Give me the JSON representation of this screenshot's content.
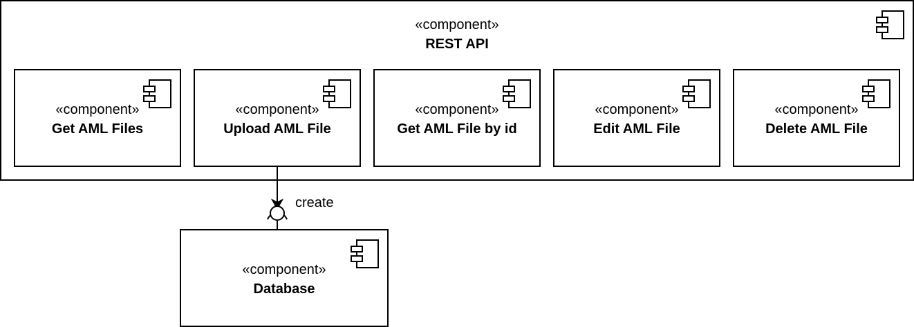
{
  "rest_api": {
    "stereotype": "«component»",
    "name": "REST API"
  },
  "components": [
    {
      "stereotype": "«component»",
      "name": "Get AML Files"
    },
    {
      "stereotype": "«component»",
      "name": "Upload AML File"
    },
    {
      "stereotype": "«component»",
      "name": "Get AML File by id"
    },
    {
      "stereotype": "«component»",
      "name": "Edit AML File"
    },
    {
      "stereotype": "«component»",
      "name": "Delete AML File"
    }
  ],
  "database": {
    "stereotype": "«component»",
    "name": "Database"
  },
  "interface": {
    "label": "create"
  }
}
